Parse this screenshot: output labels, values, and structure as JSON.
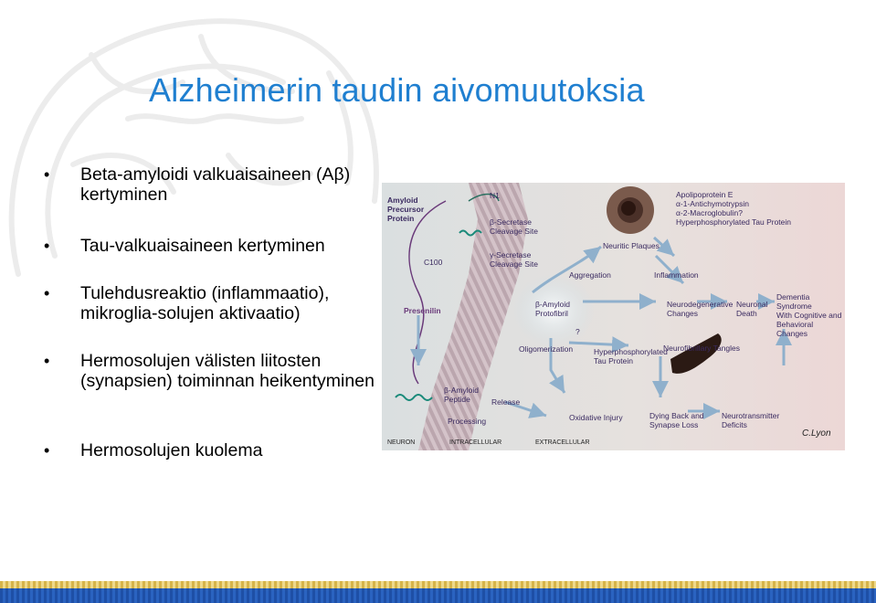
{
  "title": "Alzheimerin taudin aivomuutoksia",
  "bullets": [
    {
      "text": "Beta-amyloidi valkuaisaineen (Aβ) kertyminen"
    },
    {
      "text": "Tau-valkuaisaineen kertyminen"
    },
    {
      "text": "Tulehdusreaktio (inflammaatio), mikroglia-solujen aktivaatio)"
    },
    {
      "text": "Hermosolujen välisten liitosten (synapsien) toiminnan heikentyminen"
    },
    {
      "text": "Hermosolujen kuolema"
    }
  ],
  "figure": {
    "labels": {
      "app": "Amyloid\nPrecursor\nProtein",
      "n1": "N1",
      "beta_secretase": "β-Secretase\nCleavage Site",
      "gamma_secretase": "γ-Secretase\nCleavage Site",
      "c100": "C100",
      "presenilin": "Presenilin",
      "neuritic_plaques": "Neuritic Plaques",
      "aggregation": "Aggregation",
      "inflammation": "Inflammation",
      "factors": "Apolipoprotein E\nα-1-Antichymotrypsin\nα-2-Macroglobulin?\nHyperphosphorylated Tau Protein",
      "protofibril": "β-Amyloid\nProtofibril",
      "neurodegenerative": "Neurodegenerative\nChanges",
      "neuronal_death": "Neuronal\nDeath",
      "dementia": "Dementia Syndrome\nWith Cognitive and\nBehavioral Changes",
      "oligomerization": "Oligomerization",
      "question": "?",
      "hyper_tau": "Hyperphosphorylated\nTau Protein",
      "tangles": "Neurofibrillary Tangles",
      "peptide": "β-Amyloid\nPeptide",
      "release": "Release",
      "processing": "Processing",
      "oxidative": "Oxidative Injury",
      "dying_back": "Dying Back and\nSynapse Loss",
      "neurotransmitter": "Neurotransmitter\nDeficits",
      "neuron": "NEURON",
      "intracellular": "INTRACELLULAR",
      "extracellular": "EXTRACELLULAR",
      "signature": "C.Lyon"
    }
  }
}
